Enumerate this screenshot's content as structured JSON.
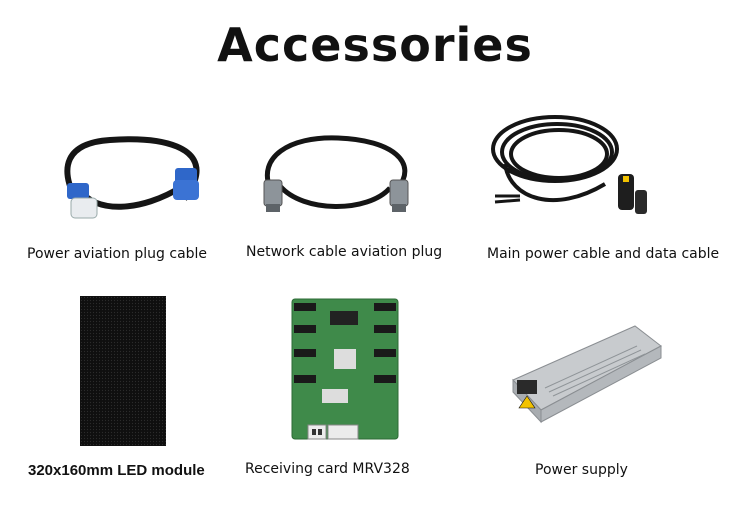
{
  "page": {
    "title": "Accessories"
  },
  "items": [
    {
      "caption": "Power aviation plug cable",
      "icon": "power-cable-blue-plugs-icon"
    },
    {
      "caption": "Network cable aviation plug",
      "icon": "network-cable-metal-plugs-icon"
    },
    {
      "caption": "Main power cable and data cable",
      "icon": "coiled-power-data-cable-icon"
    },
    {
      "caption": "320x160mm LED module",
      "icon": "led-module-panel-icon"
    },
    {
      "caption": "Receiving card MRV328",
      "icon": "receiving-card-pcb-icon"
    },
    {
      "caption": "Power supply",
      "icon": "power-supply-unit-icon"
    }
  ],
  "colors": {
    "plug_blue": "#2f67c9",
    "plug_white": "#e9ecef",
    "cable_black": "#151515",
    "pcb_green": "#3f8a4a",
    "psu_silver": "#b9bdc1",
    "warning_yellow": "#f2c200"
  }
}
